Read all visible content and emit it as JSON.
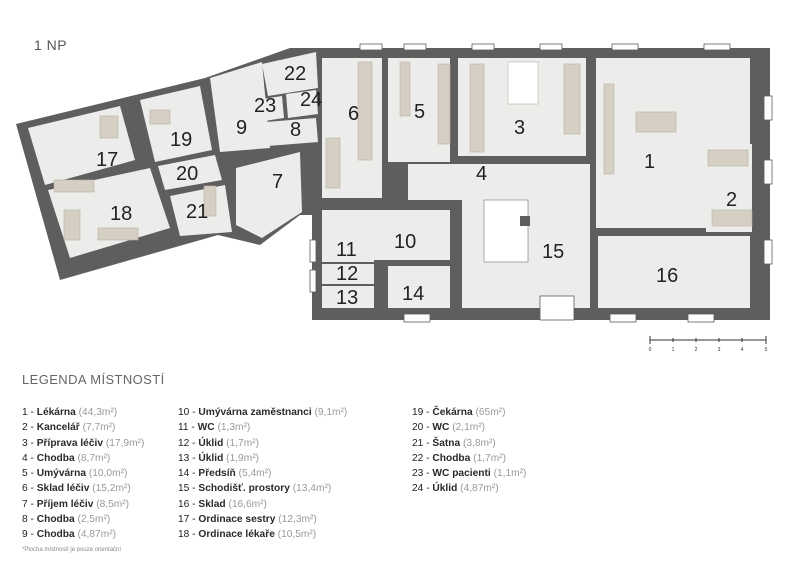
{
  "floor_label": "1 NP",
  "legend_title": "LEGENDA MÍSTNOSTÍ",
  "footnote": "*Plocha místností je pouze orientační",
  "scale_labels": [
    "0",
    "1",
    "2",
    "3",
    "4",
    "5"
  ],
  "rooms": [
    {
      "num": "1",
      "name": "Lékárna",
      "area": "(44,3m²)"
    },
    {
      "num": "2",
      "name": "Kancelář",
      "area": "(7,7m²)"
    },
    {
      "num": "3",
      "name": "Příprava léčiv",
      "area": "(17,9m²)"
    },
    {
      "num": "4",
      "name": "Chodba",
      "area": "(8,7m²)"
    },
    {
      "num": "5",
      "name": "Umývárna",
      "area": "(10,0m²)"
    },
    {
      "num": "6",
      "name": "Sklad léčiv",
      "area": "(15,2m²)"
    },
    {
      "num": "7",
      "name": "Příjem léčiv",
      "area": "(8,5m²)"
    },
    {
      "num": "8",
      "name": "Chodba",
      "area": "(2,5m²)"
    },
    {
      "num": "9",
      "name": "Chodba",
      "area": "(4,87m²)"
    },
    {
      "num": "10",
      "name": "Umývárna zaměstnanci",
      "area": "(9,1m²)"
    },
    {
      "num": "11",
      "name": "WC",
      "area": "(1,3m²)"
    },
    {
      "num": "12",
      "name": "Úklid",
      "area": "(1,7m²)"
    },
    {
      "num": "13",
      "name": "Úklid",
      "area": "(1,9m²)"
    },
    {
      "num": "14",
      "name": "Předsíň",
      "area": "(5,4m²)"
    },
    {
      "num": "15",
      "name": "Schodišť. prostory",
      "area": "(13,4m²)"
    },
    {
      "num": "16",
      "name": "Sklad",
      "area": "(16,6m²)"
    },
    {
      "num": "17",
      "name": "Ordinace sestry",
      "area": "(12,3m²)"
    },
    {
      "num": "18",
      "name": "Ordinace lékaře",
      "area": "(10,5m²)"
    },
    {
      "num": "19",
      "name": "Čekárna",
      "area": "(65m²)"
    },
    {
      "num": "20",
      "name": "WC",
      "area": "(2,1m²)"
    },
    {
      "num": "21",
      "name": "Šatna",
      "area": "(3,8m²)"
    },
    {
      "num": "22",
      "name": "Chodba",
      "area": "(1,7m²)"
    },
    {
      "num": "23",
      "name": "WC pacienti",
      "area": "(1,1m²)"
    },
    {
      "num": "24",
      "name": "Úklid",
      "area": "(4,87m²)"
    }
  ],
  "colors": {
    "wall": "#5e5e5e",
    "floor": "#ececea",
    "furniture": "#d6cfc4",
    "window": "#ffffff"
  }
}
